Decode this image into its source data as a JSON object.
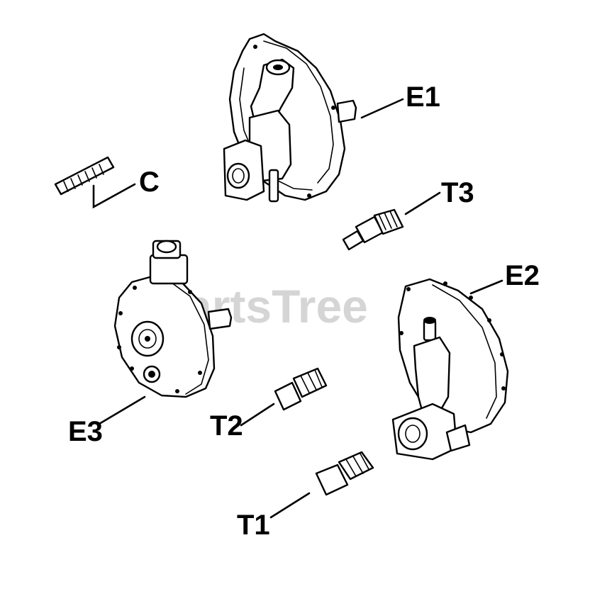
{
  "watermark": "PartsTree",
  "labels": {
    "e1": "E1",
    "e2": "E2",
    "e3": "E3",
    "t1": "T1",
    "t2": "T2",
    "t3": "T3",
    "c": "C"
  }
}
